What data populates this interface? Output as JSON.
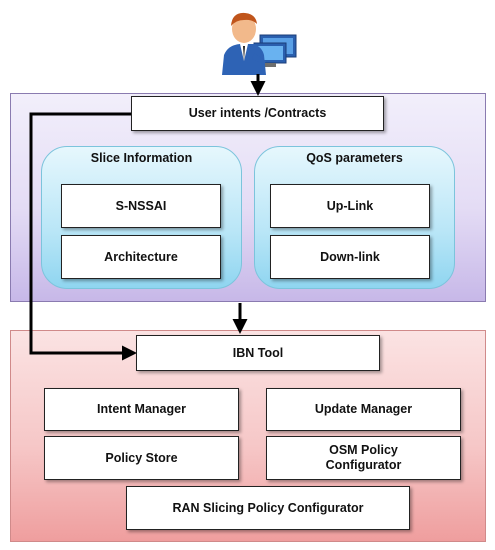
{
  "intents": {
    "label": "User intents /Contracts"
  },
  "slice_info": {
    "title": "Slice Information",
    "items": [
      "S-NSSAI",
      "Architecture"
    ]
  },
  "qos": {
    "title": "QoS parameters",
    "items": [
      "Up-Link",
      "Down-link"
    ]
  },
  "ibn": {
    "tool_label": "IBN Tool",
    "intent_manager": "Intent Manager",
    "update_manager": "Update Manager",
    "policy_store": "Policy Store",
    "osm_policy_line1": "OSM Policy",
    "osm_policy_line2": "Configurator",
    "ran_slicing": "RAN Slicing Policy Configurator"
  },
  "colors": {
    "top_panel": "#e4dcf5",
    "bottom_panel": "#f6c7c7",
    "group_fill": "#b9e6f7",
    "box_fill": "#ffffff"
  },
  "icons": {
    "user": "user-at-computer-icon"
  }
}
